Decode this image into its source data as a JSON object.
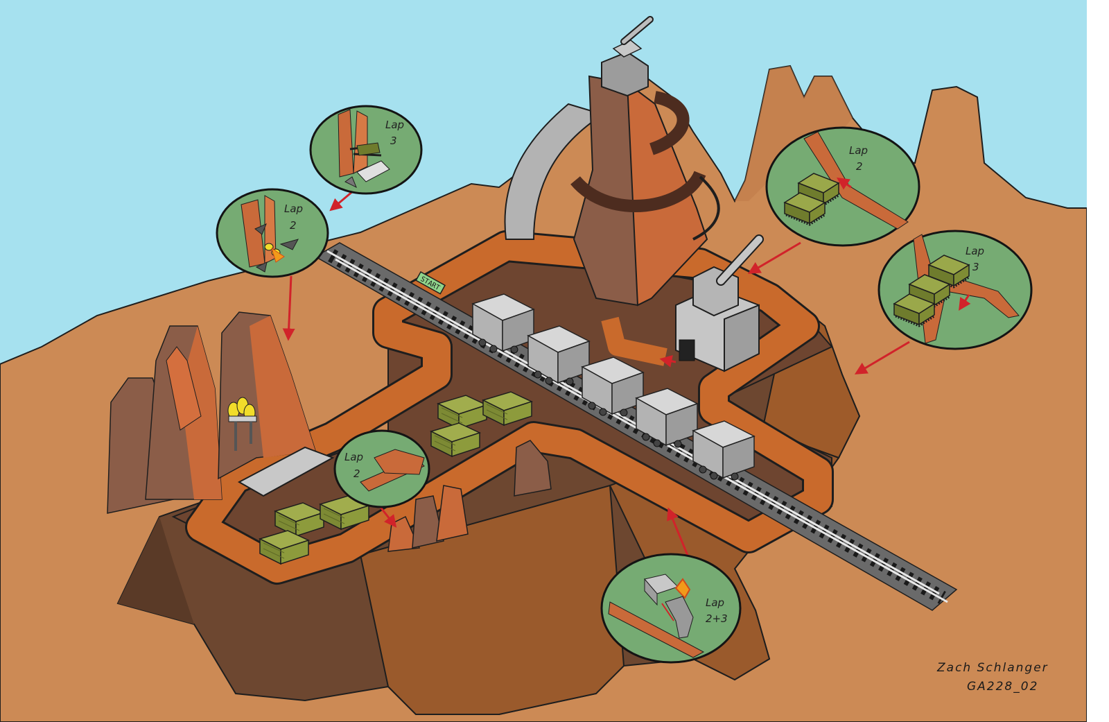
{
  "map": {
    "start_label": "START",
    "credit": {
      "author": "Zach Schlanger",
      "code": "GA228_02"
    }
  },
  "callouts": [
    {
      "id": "cliff-lap3",
      "lap_label": "Lap",
      "lap_number": "3"
    },
    {
      "id": "cliff-lap2",
      "lap_label": "Lap",
      "lap_number": "2"
    },
    {
      "id": "tanks-lap2",
      "lap_label": "Lap",
      "lap_number": "2"
    },
    {
      "id": "tanks-lap3",
      "lap_label": "Lap",
      "lap_number": "3"
    },
    {
      "id": "rocks-lap2",
      "lap_label": "Lap",
      "lap_number": "2"
    },
    {
      "id": "mech-lap23",
      "lap_label": "Lap",
      "lap_number": "2+3"
    }
  ],
  "colors": {
    "sky": "#a6e1ef",
    "desert": "#cc8a55",
    "road": "#c96a2c",
    "ground": "#6e4530",
    "callout_fill": "#76ab73",
    "arrow": "#d1232a",
    "metal": "#b8b8b8",
    "crate": "#8b9a3c"
  }
}
